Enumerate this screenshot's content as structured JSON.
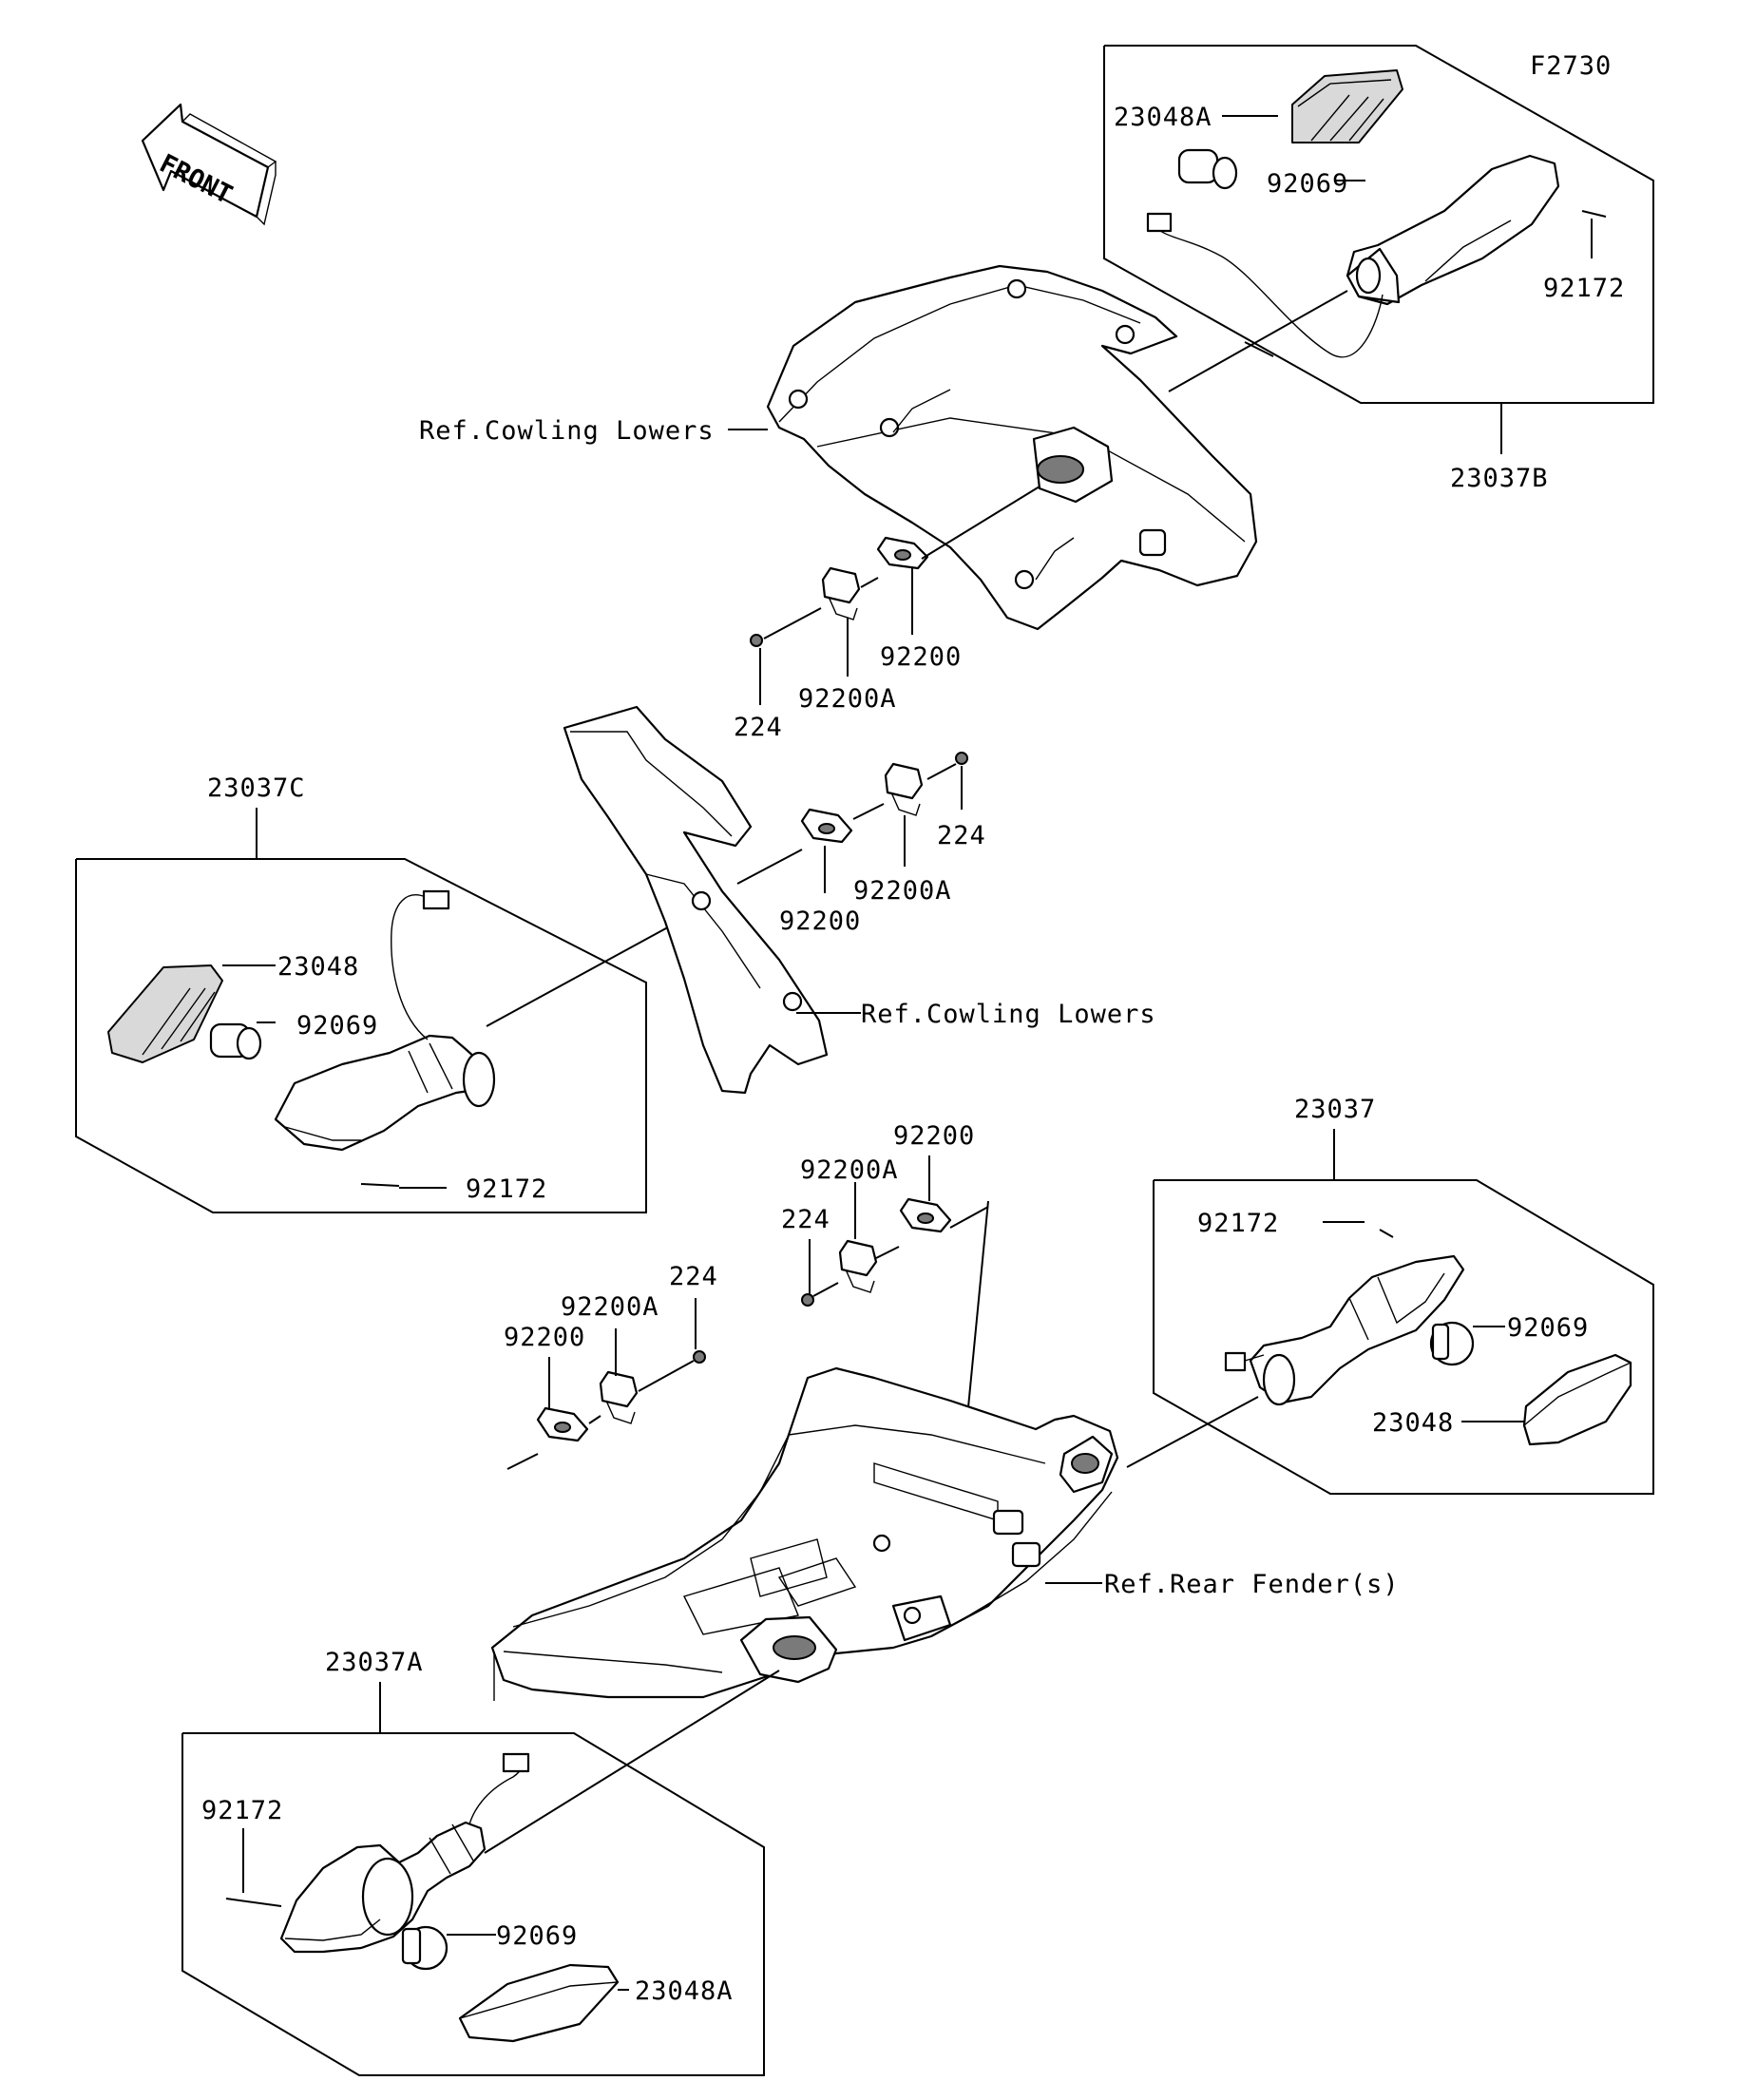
{
  "diagram": {
    "figure_code": "F2730",
    "front_label": "FRONT",
    "callouts": {
      "a_23048A": "23048A",
      "a_92069": "92069",
      "a_92172": "92172",
      "a_23037B": "23037B",
      "a_ref_cowling": "Ref.Cowling Lowers",
      "a_92200": "92200",
      "a_92200A": "92200A",
      "a_224": "224",
      "b_23037C": "23037C",
      "b_23048": "23048",
      "b_92069": "92069",
      "b_92172": "92172",
      "b_224": "224",
      "b_92200A": "92200A",
      "b_92200": "92200",
      "b_ref_cowling": "Ref.Cowling Lowers",
      "c_23037": "23037",
      "c_92172": "92172",
      "c_92069": "92069",
      "c_23048": "23048",
      "c_92200": "92200",
      "c_92200A": "92200A",
      "c_224": "224",
      "d_224": "224",
      "d_92200A": "92200A",
      "d_92200": "92200",
      "d_ref_fender": "Ref.Rear Fender(s)",
      "e_23037A": "23037A",
      "e_92172": "92172",
      "e_92069": "92069",
      "e_23048A": "23048A"
    }
  }
}
